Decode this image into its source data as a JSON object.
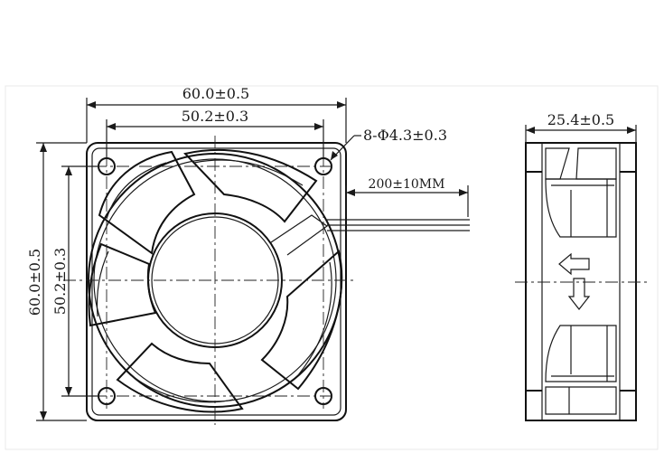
{
  "front_view": {
    "outer_width": "60.0±0.5",
    "hole_spacing_width": "50.2±0.3",
    "outer_height": "60.0±0.5",
    "hole_spacing_height": "50.2±0.3",
    "mount_holes": "8-Φ4.3±0.3",
    "lead_length": "200±10MM"
  },
  "side_view": {
    "depth": "25.4±0.5",
    "airflow_arrow_icon": "arrow-left-icon",
    "rotation_arrow_icon": "arrow-down-icon"
  }
}
